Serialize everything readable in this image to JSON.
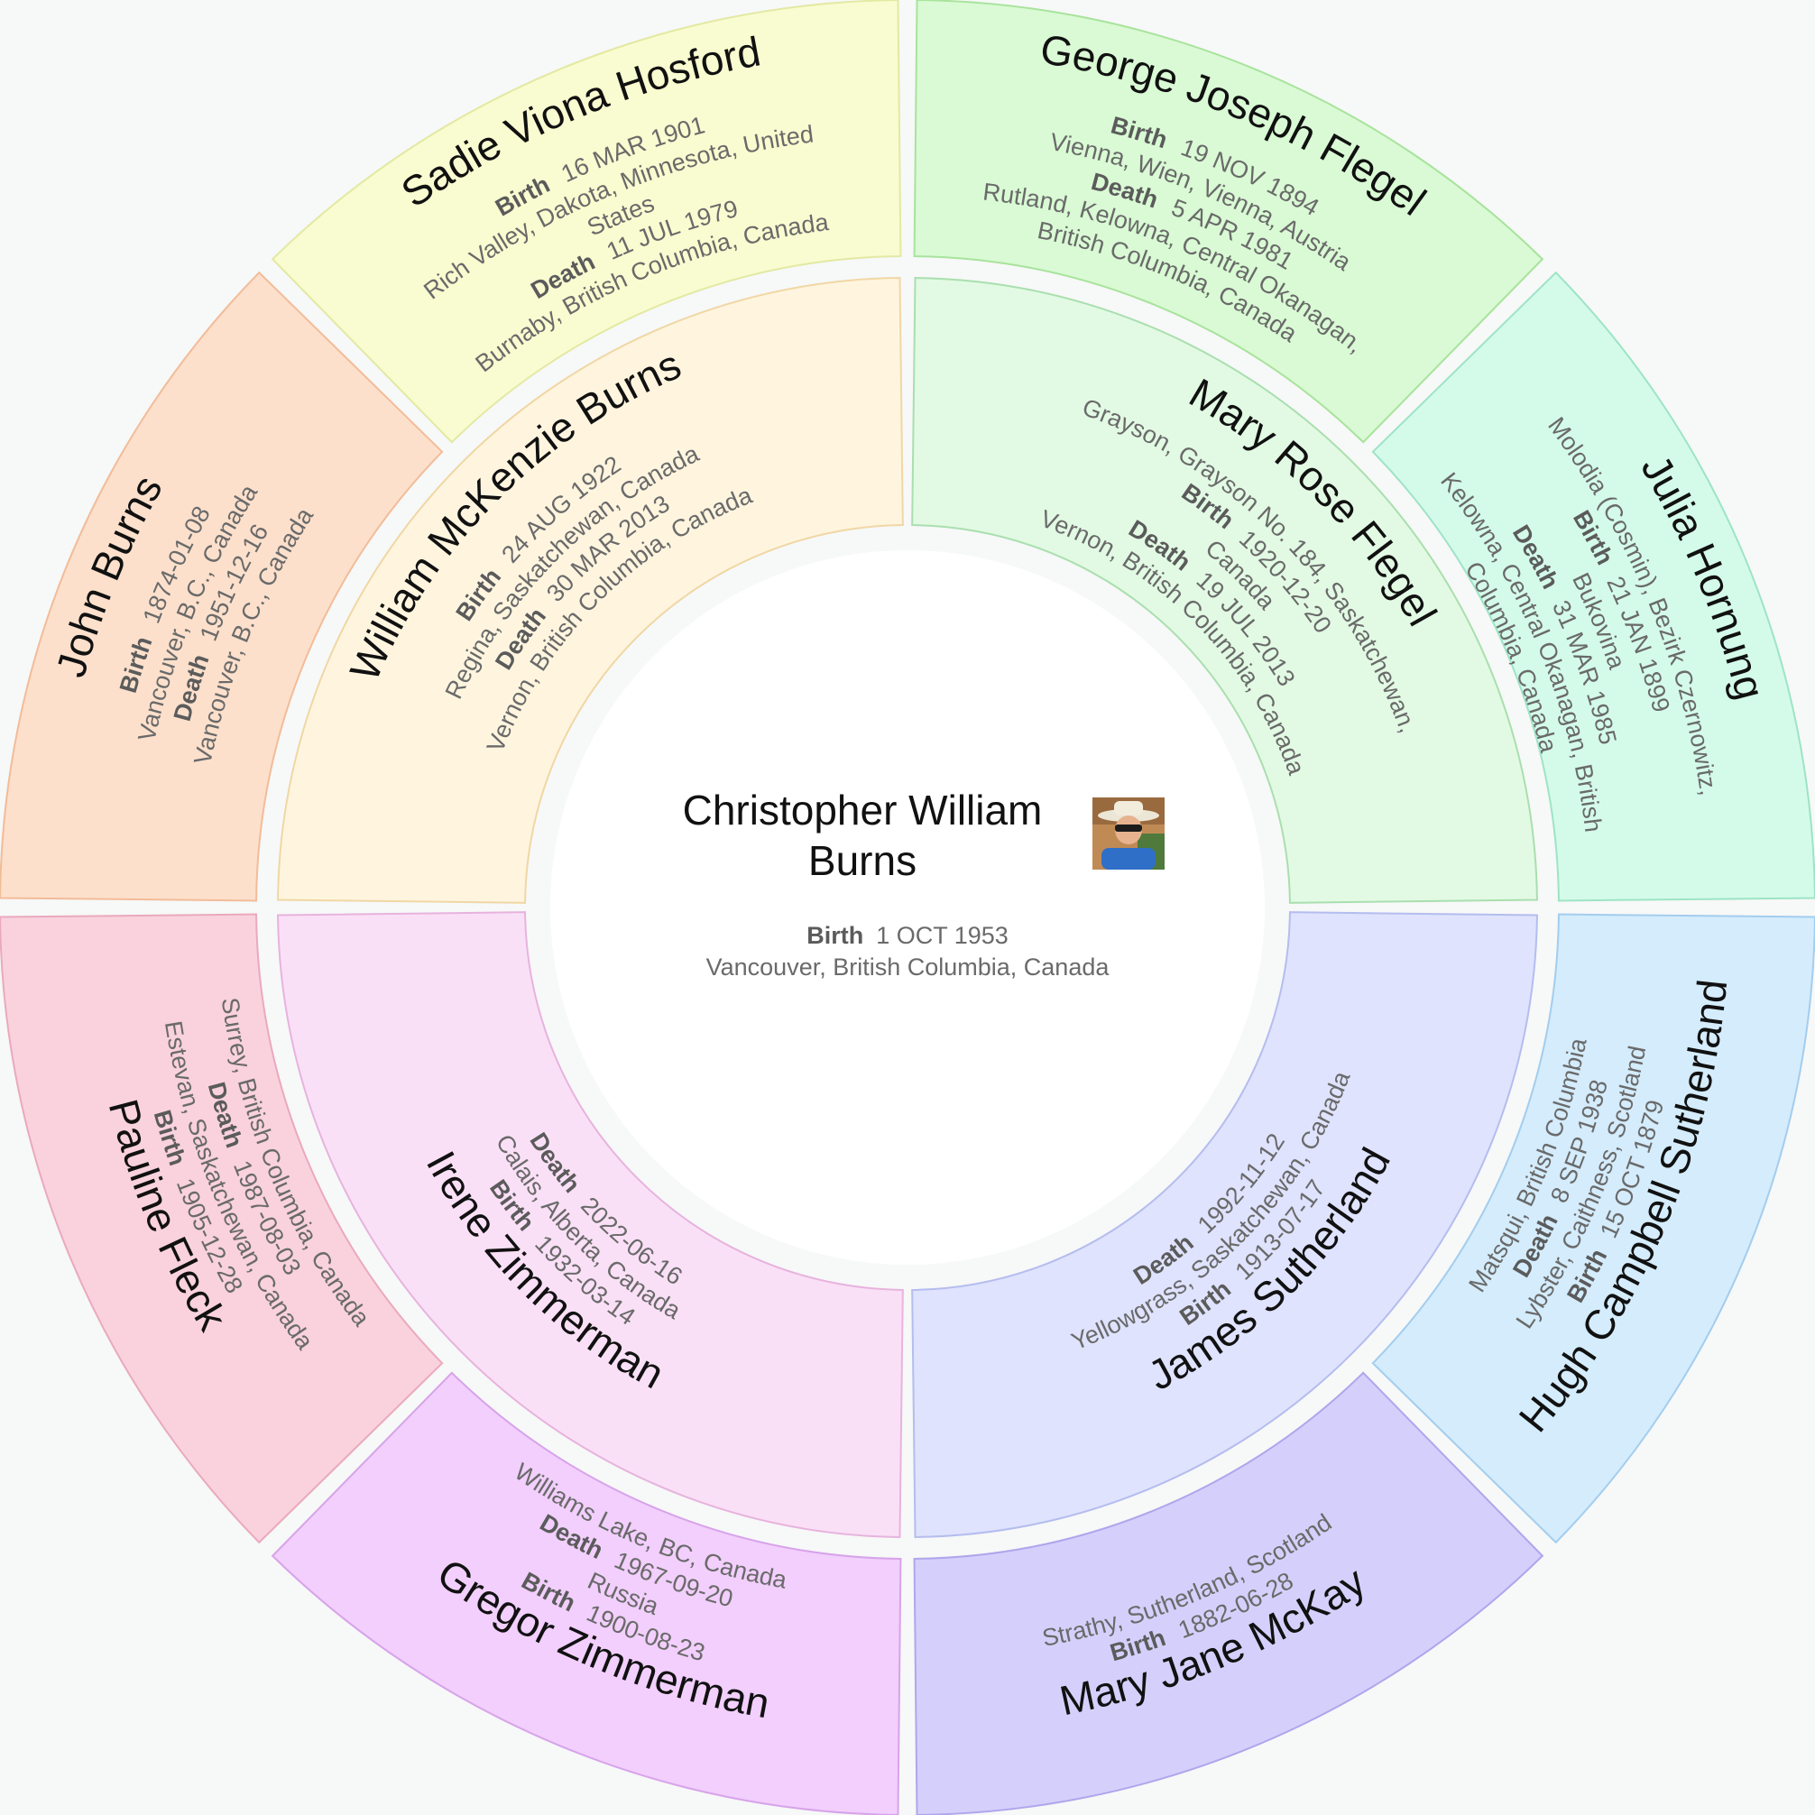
{
  "root": {
    "name": "Christopher William Burns",
    "birth_label": "Birth",
    "birth_date": "1 OCT 1953",
    "birth_place": "Vancouver, British Columbia, Canada",
    "photo_icon": "person-photo-icon"
  },
  "parents": [
    {
      "name": "William McKenzie Burns",
      "color": "#fff5df",
      "stroke": "#f0d7a4",
      "facts": [
        {
          "label": "Birth",
          "date": "24 AUG 1922",
          "place": [
            "Regina, Saskatchewan, Canada"
          ]
        },
        {
          "label": "Death",
          "date": "30 MAR 2013",
          "place": [
            "Vernon, British Columbia, Canada"
          ]
        }
      ]
    },
    {
      "name": "Mary Rose Flegel",
      "color": "#e2fae4",
      "stroke": "#a9dfae",
      "facts": [
        {
          "label": "",
          "date": "",
          "place": [
            "Grayson, Grayson No. 184, Saskatchewan,"
          ]
        },
        {
          "label": "Birth",
          "date": "1920-12-20",
          "place": [
            "Canada"
          ]
        },
        {
          "label": "Death",
          "date": "19 JUL 2013",
          "place": [
            "Vernon, British Columbia, Canada"
          ]
        }
      ]
    },
    {
      "name": "James Sutherland",
      "color": "#dfe3fd",
      "stroke": "#b4bdee",
      "facts": [
        {
          "label": "Birth",
          "date": "1913-07-17",
          "place": [
            "Yellowgrass, Saskatchewan, Canada"
          ]
        },
        {
          "label": "Death",
          "date": "1992-11-12",
          "place": []
        }
      ]
    },
    {
      "name": "Irene Zimmerman",
      "color": "#fae0f6",
      "stroke": "#e7b3de",
      "facts": [
        {
          "label": "Birth",
          "date": "1932-03-14",
          "place": [
            "Calais, Alberta, Canada"
          ]
        },
        {
          "label": "Death",
          "date": "2022-06-16",
          "place": []
        }
      ]
    }
  ],
  "grandparents": [
    {
      "name": "John Burns",
      "color": "#fce0cc",
      "stroke": "#f2bc98",
      "facts": [
        {
          "label": "Birth",
          "date": "1874-01-08",
          "place": [
            "Vancouver, B.C., Canada"
          ]
        },
        {
          "label": "Death",
          "date": "1951-12-16",
          "place": [
            "Vancouver, B.C., Canada"
          ]
        }
      ]
    },
    {
      "name": "Sadie Viona Hosford",
      "color": "#f9fcd0",
      "stroke": "#e3e9a2",
      "facts": [
        {
          "label": "Birth",
          "date": "16 MAR 1901",
          "place": [
            "Rich Valley, Dakota, Minnesota, United",
            "States"
          ]
        },
        {
          "label": "Death",
          "date": "11 JUL 1979",
          "place": [
            "Burnaby, British Columbia, Canada"
          ]
        }
      ]
    },
    {
      "name": "George Joseph Flegel",
      "color": "#d9fad4",
      "stroke": "#a8e39c",
      "facts": [
        {
          "label": "Birth",
          "date": "19 NOV 1894",
          "place": [
            "Vienna, Wien, Vienna, Austria"
          ]
        },
        {
          "label": "Death",
          "date": "5 APR 1981",
          "place": [
            "Rutland, Kelowna, Central Okanagan,",
            "British Columbia, Canada"
          ]
        }
      ]
    },
    {
      "name": "Julia Hornung",
      "color": "#d4fbea",
      "stroke": "#9de4c5",
      "facts": [
        {
          "label": "",
          "date": "",
          "place": [
            "Molodia (Cosmin), Bezirk Czernowitz,"
          ]
        },
        {
          "label": "Birth",
          "date": "21 JAN 1899",
          "place": [
            "Bukovina"
          ]
        },
        {
          "label": "Death",
          "date": "31 MAR 1985",
          "place": [
            "Kelowna, Central Okanagan, British",
            "Columbia, Canada"
          ]
        }
      ]
    },
    {
      "name": "Hugh Campbell Sutherland",
      "color": "#d4ecfc",
      "stroke": "#a3cdee",
      "facts": [
        {
          "label": "Birth",
          "date": "15 OCT 1879",
          "place": [
            "Lybster, Caithness, Scotland"
          ]
        },
        {
          "label": "Death",
          "date": "8 SEP 1938",
          "place": [
            "Matsqui, British Columbia"
          ]
        }
      ]
    },
    {
      "name": "Mary Jane McKay",
      "color": "#d5d0fb",
      "stroke": "#afa6ec",
      "facts": [
        {
          "label": "Birth",
          "date": "1882-06-28",
          "place": [
            "Strathy, Sutherland, Scotland"
          ]
        }
      ]
    },
    {
      "name": "Gregor Zimmerman",
      "color": "#f2cffc",
      "stroke": "#d7a3ea",
      "facts": [
        {
          "label": "Birth",
          "date": "1900-08-23",
          "place": [
            "Russia"
          ]
        },
        {
          "label": "Death",
          "date": "1967-09-20",
          "place": [
            "Williams Lake, BC, Canada"
          ]
        }
      ]
    },
    {
      "name": "Pauline Fleck",
      "color": "#f9d2de",
      "stroke": "#eaa9bd",
      "facts": [
        {
          "label": "Birth",
          "date": "1905-12-28",
          "place": [
            "Estevan, Saskatchewan, Canada"
          ]
        },
        {
          "label": "Death",
          "date": "1987-08-03",
          "place": [
            "Surrey, British Columbia, Canada"
          ]
        }
      ]
    }
  ]
}
